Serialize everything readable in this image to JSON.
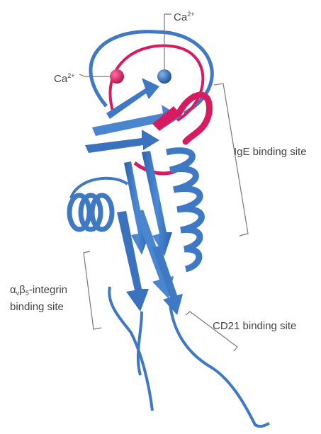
{
  "labels": {
    "ca_top": "Ca",
    "ca_top_sup": "2+",
    "ca_left": "Ca",
    "ca_left_sup": "2+",
    "ige_site": "IgE binding site",
    "integrin_alpha": "α",
    "integrin_alpha_sub": "v",
    "integrin_beta": "β",
    "integrin_beta_sub": "5",
    "integrin_rest": "-integrin",
    "integrin_line2": "binding site",
    "cd21_site": "CD21 binding site"
  },
  "colors": {
    "protein_blue": "#3f78c3",
    "protein_blue_dark": "#2a5a9e",
    "highlight_pink": "#d81b60",
    "leader_line": "#777777",
    "text": "#444444"
  }
}
